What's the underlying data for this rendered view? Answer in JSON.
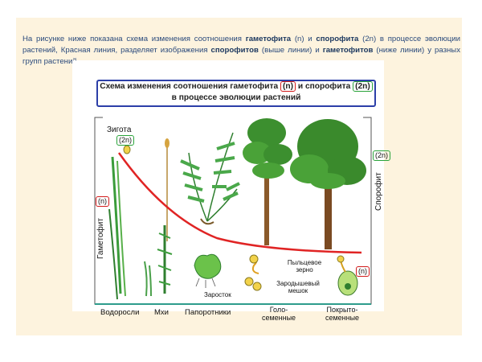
{
  "intro": {
    "part1": "На рисунке ниже показана схема изменения соотношения ",
    "gametophyte": "гаметофита",
    "part2": " (n) и ",
    "sporophyte": "спорофита",
    "part3": " (2n) в процессе эволюции растений, Красная линия,  разделяет изображения ",
    "sporophytes": "спорофитов",
    "part4": " (выше линии) и ",
    "gametophytes": "гаметофитов",
    "part5": " (ниже линии) у разных групп растений."
  },
  "figure": {
    "title_line1_a": "Схема изменения соотношения гаметофита ",
    "title_n": "(n)",
    "title_line1_b": " и спорофита ",
    "title_2n": "(2n)",
    "title_line2": "в процессе эволюции растений",
    "zygote_label": "Зигота",
    "zygote_ploidy": "(2n)",
    "gametophyte_axis": "Гаметофит",
    "gametophyte_ploidy": "(n)",
    "sporophyte_axis": "Спорофит",
    "sporophyte_ploidy": "(2n)",
    "pollen_label": "Пыльцевое зерно",
    "embryo_sac_label": "Зародышевый мешок",
    "right_ploidy": "(n)",
    "prothallus_label": "Заросток",
    "groups": [
      "Водоросли",
      "Мхи",
      "Папоротники",
      "Голо-семенные",
      "Покрыто-семенные"
    ],
    "colors": {
      "red_line": "#e02424",
      "baseline": "#2e9c8c",
      "frame": "#2c3fa8",
      "green_box": "#2aa33a"
    }
  }
}
